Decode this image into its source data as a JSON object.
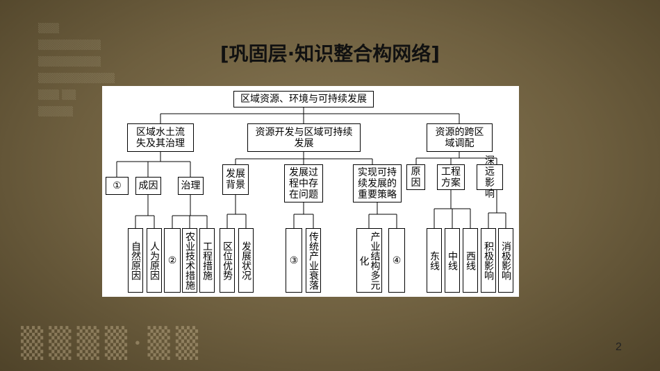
{
  "slide": {
    "title": "[巩固层·知识整合构网络]",
    "page_number": "2"
  },
  "diagram": {
    "root": "区域资源、环境与可持续发展",
    "level1": [
      "区域水土流失及其治理",
      "资源开发与区域可持续发展",
      "资源的跨区域调配"
    ],
    "level2": {
      "q1": "①",
      "cause": "成因",
      "treatment": "治理",
      "background": "发展背景",
      "problems": "发展过程中存在问题",
      "strategy": "实现可持续发展的重要策略",
      "reason": "原因",
      "plan": "工程方案",
      "impact": "深远影响"
    },
    "level3": {
      "natural_cause": "自然原因",
      "human_cause": "人为原因",
      "q2": "②",
      "agri_tech": "农业技术措施",
      "eng_measures": "工程措施",
      "location": "区位优势",
      "dev_status": "发展状况",
      "q3": "③",
      "traditional": "传统产业衰落",
      "diversify": "产业结构多元化",
      "q4": "④",
      "east": "东线",
      "middle": "中线",
      "west": "西线",
      "positive": "积极影响",
      "negative": "消极影响"
    }
  }
}
